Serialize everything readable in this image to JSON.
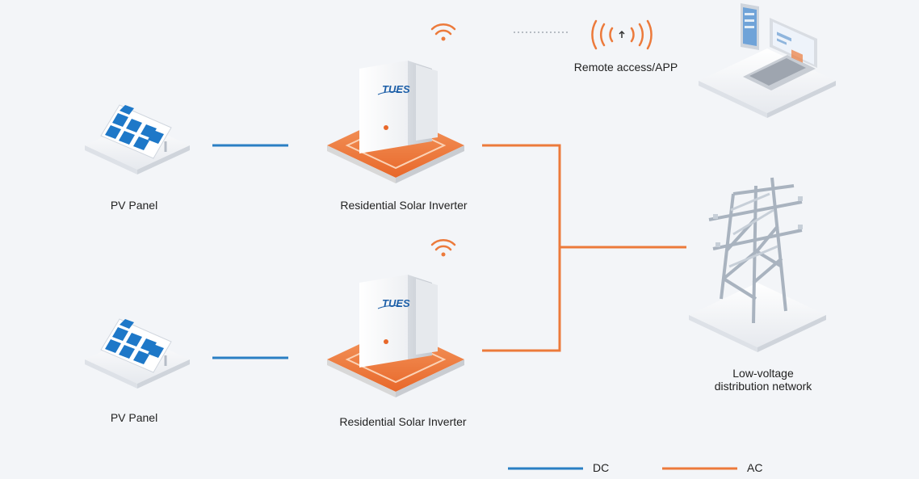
{
  "colors": {
    "dc": "#2a7fc4",
    "ac": "#ec7a3b",
    "panel": "#1e78c8",
    "background": "#f3f5f8"
  },
  "nodes": {
    "pv_panel_top": {
      "label": "PV Panel",
      "icon": "solar-panel-icon"
    },
    "pv_panel_bottom": {
      "label": "PV Panel",
      "icon": "solar-panel-icon"
    },
    "inverter_top": {
      "label": "Residential Solar Inverter",
      "brand": "TUES",
      "icon": "inverter-icon",
      "wireless": "wifi-icon"
    },
    "inverter_bottom": {
      "label": "Residential Solar Inverter",
      "brand": "TUES",
      "icon": "inverter-icon",
      "wireless": "wifi-icon"
    },
    "remote": {
      "label": "Remote access/APP",
      "icon": "signal-broadcast-icon"
    },
    "devices": {
      "icon": "laptop-phone-icon"
    },
    "grid": {
      "label_line1": "Low-voltage",
      "label_line2": "distribution network",
      "icon": "transmission-tower-icon"
    }
  },
  "legend": {
    "dc_label": "DC",
    "ac_label": "AC"
  }
}
